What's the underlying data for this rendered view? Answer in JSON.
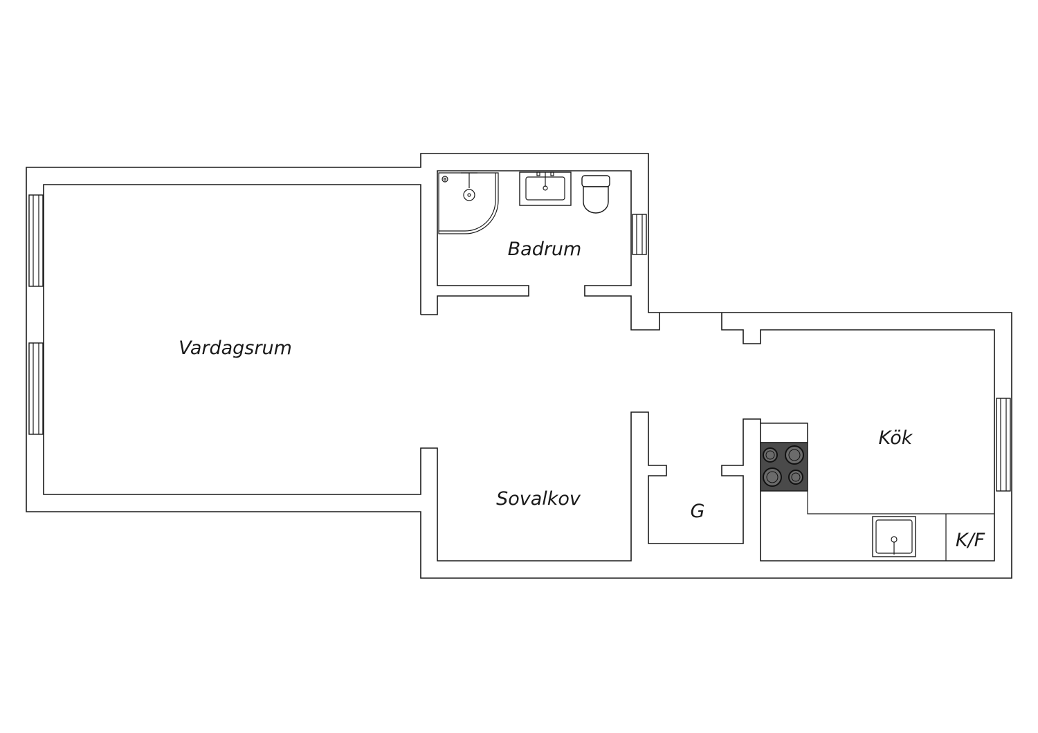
{
  "plan": {
    "rooms": {
      "vardagsrum": "Vardagsrum",
      "badrum": "Badrum",
      "sovalkov": "Sovalkov",
      "kok": "Kök",
      "garderob": "G",
      "kyl_frys": "K/F"
    }
  }
}
